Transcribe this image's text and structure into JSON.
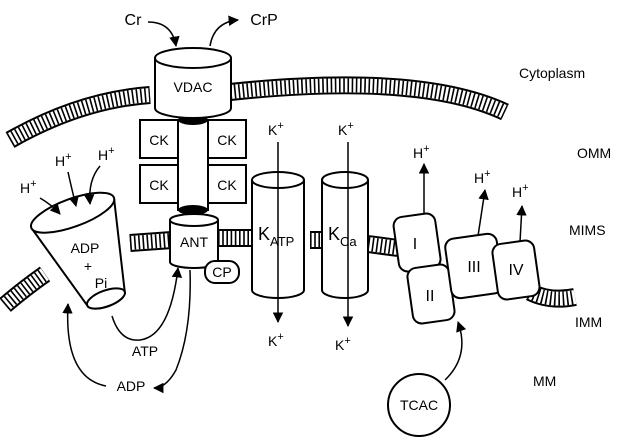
{
  "metabolites": {
    "cr": "Cr",
    "crp": "CrP",
    "atp": "ATP",
    "adp": "ADP"
  },
  "regions": {
    "cytoplasm": "Cytoplasm",
    "omm": "OMM",
    "mims": "MIMS",
    "imm": "IMM",
    "mm": "MM"
  },
  "components": {
    "vdac": "VDAC",
    "ck": "CK",
    "ant": "ANT",
    "cp": "CP",
    "katp_main": "K",
    "katp_sub": "ATP",
    "kca_main": "K",
    "kca_sub": "Ca",
    "synthase_line1": "ADP",
    "synthase_line2": "+",
    "synthase_line3": "Pi",
    "complex_i": "I",
    "complex_ii": "II",
    "complex_iii": "III",
    "complex_iv": "IV",
    "tcac": "TCAC"
  },
  "ions": {
    "proton": "H",
    "potassium": "K",
    "charge": "+"
  }
}
